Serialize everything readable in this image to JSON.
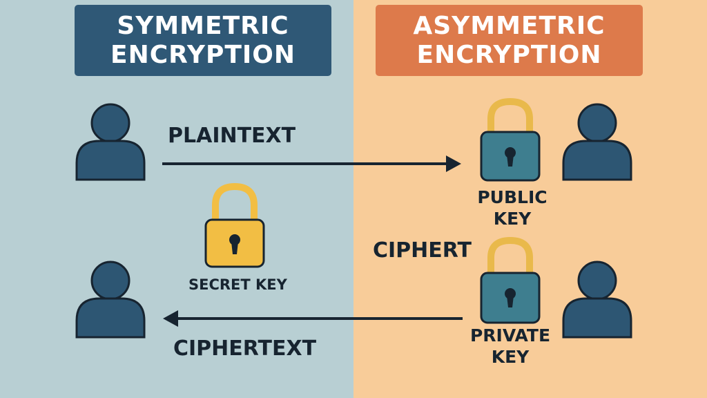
{
  "colors": {
    "left_bg": "#b8cfd3",
    "right_bg": "#f8cc99",
    "symmetric_title_bg": "#2f5876",
    "asymmetric_title_bg": "#dd7a4b",
    "person": "#2d5673",
    "outline": "#172430",
    "secret_lock": "#f2be44",
    "asym_lock_body": "#3e7e8f",
    "asym_lock_shackle": "#e9b94b",
    "arrow": "#172430"
  },
  "symmetric": {
    "title_line1": "SYMMETRIC",
    "title_line2": "ENCRYPTION",
    "plaintext": "PLAINTEXT",
    "ciphertext": "CIPHERTEXT",
    "secret_key": "SECRET KEY"
  },
  "asymmetric": {
    "title_line1": "ASYMMETRIC",
    "title_line2": "ENCRYPTION",
    "ciphert": "CIPHERT",
    "public_key_line1": "PUBLIC",
    "public_key_line2": "KEY",
    "private_key_line1": "PRIVATE",
    "private_key_line2": "KEY"
  },
  "icons": [
    "person-icon",
    "padlock-icon",
    "arrow-right-icon",
    "arrow-left-icon"
  ]
}
